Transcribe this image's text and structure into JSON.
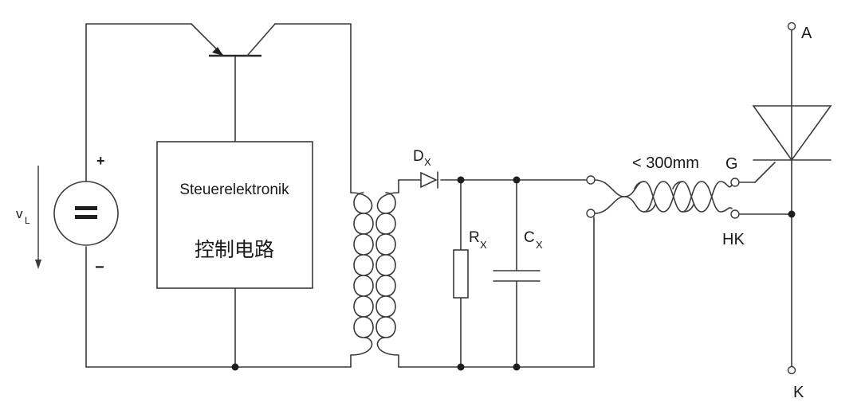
{
  "supply": {
    "voltage_label": "v",
    "voltage_subscript": "L",
    "plus_sign": "+",
    "minus_sign": "−"
  },
  "control_block": {
    "title": "Steuerelektronik",
    "chinese_title": "控制电路"
  },
  "secondary": {
    "diode_label": "D",
    "diode_subscript": "X",
    "resistor_label": "R",
    "resistor_subscript": "X",
    "capacitor_label": "C",
    "capacitor_subscript": "X"
  },
  "cable": {
    "length_label": "< 300mm"
  },
  "thyristor": {
    "anode_label": "A",
    "cathode_label": "K",
    "gate_label": "G",
    "auxiliary_cathode_label": "HK"
  }
}
